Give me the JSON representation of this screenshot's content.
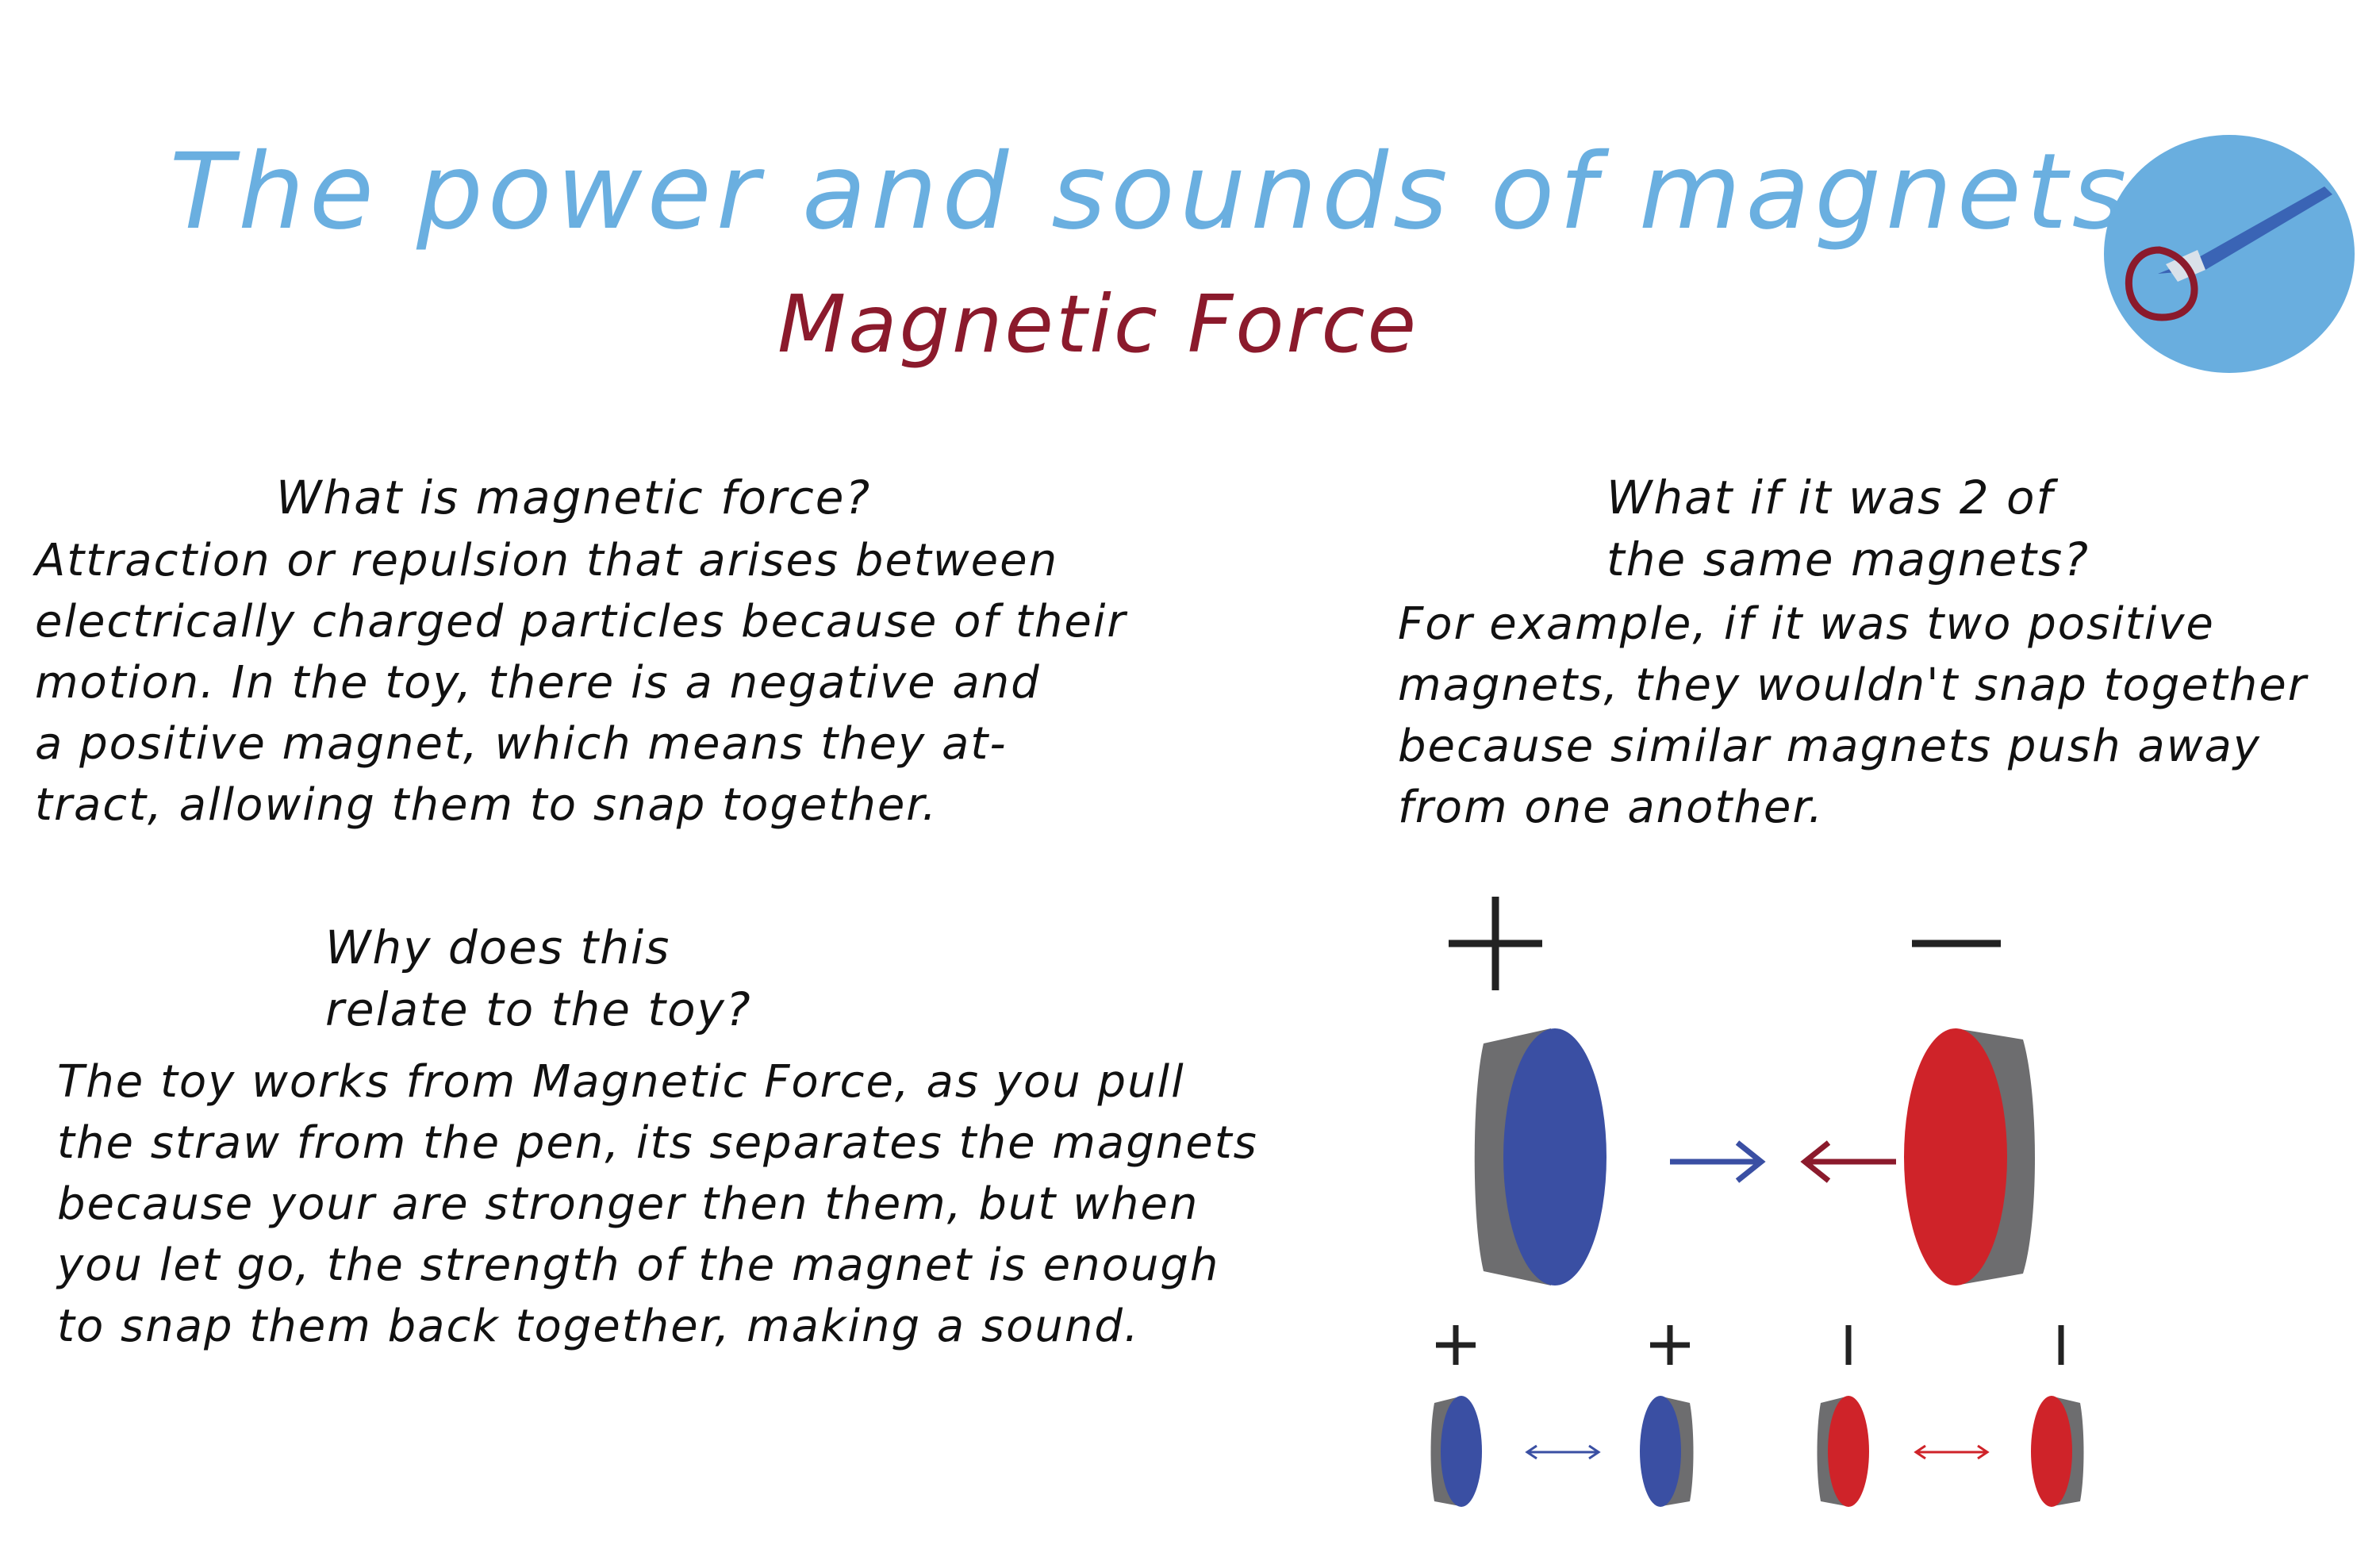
{
  "header": {
    "title": "The power and sounds of magnets",
    "subtitle": "Magnetic Force"
  },
  "logo": {
    "icon": "magnet-toy-icon",
    "colors": {
      "circle": "#69aedf",
      "loop": "#8b1a2c",
      "pen": "#3a64b5"
    }
  },
  "left": {
    "q1": "What is magnetic force?",
    "a1": "Attraction or repulsion that arises between\nelectrically charged particles because of their\nmotion. In the toy, there is a negative and\na positive magnet, which means they at-\ntract, allowing them to snap together.",
    "q2_line1": "Why does this",
    "q2_line2": "relate to the toy?",
    "a2": "The toy works from Magnetic Force, as you pull\nthe straw from the pen, its separates the magnets\nbecause your are stronger then them, but when\nyou let go, the strength of the magnet is enough\nto snap them back together, making a sound."
  },
  "right": {
    "q1_line1": "What if it was 2 of",
    "q1_line2": "the same magnets?",
    "a1": "For example, if it was two positive\nmagnets, they wouldn't snap together\nbecause similar magnets push away\nfrom one another."
  },
  "diagram": {
    "colors": {
      "positive": "#3a4fa3",
      "negative": "#cf2329",
      "side": "#6d6d6f",
      "positive_arrow": "#3a4fa3",
      "negative_arrow": "#8b1a2c"
    }
  }
}
